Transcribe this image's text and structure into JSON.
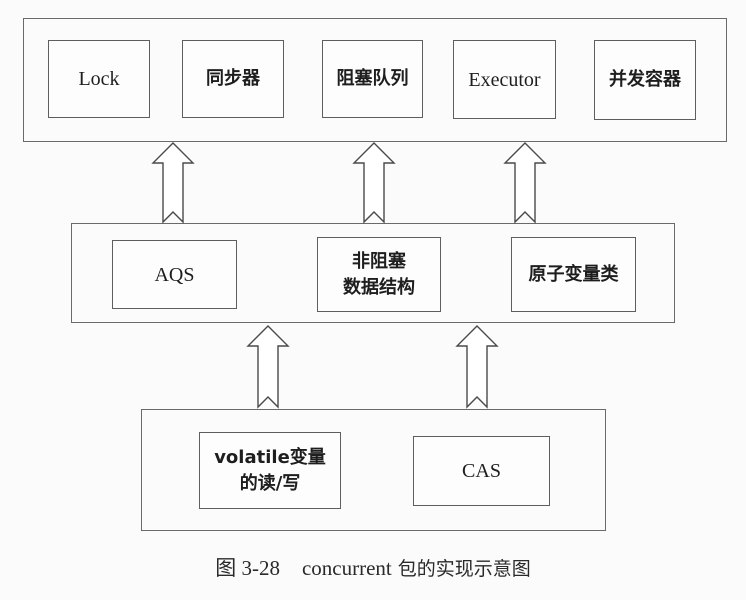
{
  "diagram": {
    "layers": [
      {
        "name": "top",
        "items": [
          {
            "id": "lock",
            "label": "Lock"
          },
          {
            "id": "synchronizer",
            "label": "同步器"
          },
          {
            "id": "blocking-queue",
            "label": "阻塞队列"
          },
          {
            "id": "executor",
            "label": "Executor"
          },
          {
            "id": "concurrent-containers",
            "label": "并发容器"
          }
        ]
      },
      {
        "name": "middle",
        "items": [
          {
            "id": "aqs",
            "label": "AQS"
          },
          {
            "id": "non-blocking-data-structures",
            "label": "非阻塞\n数据结构"
          },
          {
            "id": "atomic-variable-classes",
            "label": "原子变量类"
          }
        ]
      },
      {
        "name": "bottom",
        "items": [
          {
            "id": "volatile-read-write",
            "label": "volatile变量\n的读/写"
          },
          {
            "id": "cas",
            "label": "CAS"
          }
        ]
      }
    ],
    "arrows": [
      {
        "from": "middle",
        "to": "top",
        "count": 3
      },
      {
        "from": "bottom",
        "to": "middle",
        "count": 2
      }
    ]
  },
  "caption": {
    "figure_number": "图 3-28",
    "text_latin": "concurrent",
    "text_cjk": " 包的实现示意图"
  },
  "colors": {
    "line": "#5e5e5e",
    "text": "#1e1e1e",
    "background": "#fbfbfb"
  }
}
